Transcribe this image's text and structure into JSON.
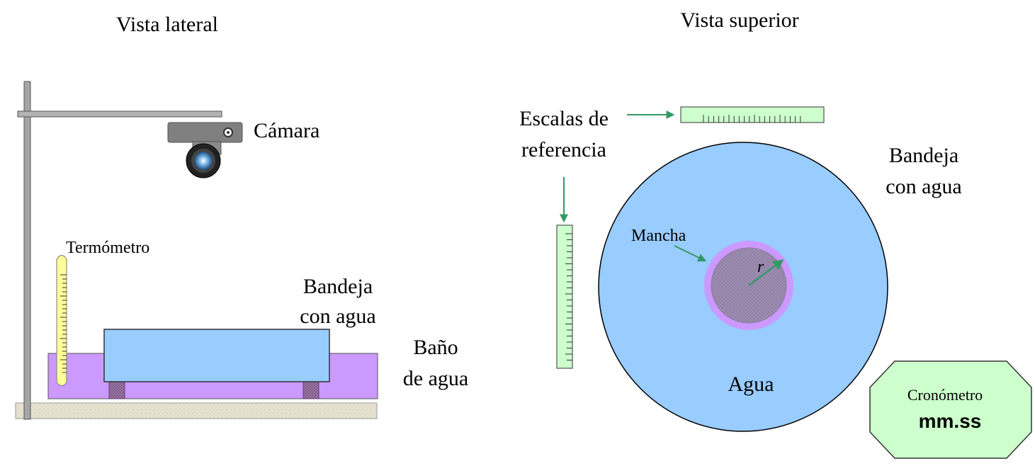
{
  "side_view": {
    "title": "Vista lateral",
    "camera_label": "Cámara",
    "thermometer_label": "Termómetro",
    "tray_label_line1": "Bandeja",
    "tray_label_line2": "con agua",
    "bath_label_line1": "Baño",
    "bath_label_line2": "de agua"
  },
  "top_view": {
    "title": "Vista superior",
    "scales_label_line1": "Escalas de",
    "scales_label_line2": "referencia",
    "tray_label_line1": "Bandeja",
    "tray_label_line2": "con agua",
    "stain_label": "Mancha",
    "radius_label": "r",
    "water_label": "Agua",
    "stopwatch_label": "Cronómetro",
    "stopwatch_display": "mm.ss"
  },
  "colors": {
    "water": "#99ccff",
    "bath": "#cc99ff",
    "scale": "#ccffcc",
    "stopwatch": "#ccffcc",
    "arrow": "#339966",
    "thermometer": "#ffff99",
    "stand": "#999999",
    "base": "#ddd9c3",
    "camera": "#808080"
  }
}
